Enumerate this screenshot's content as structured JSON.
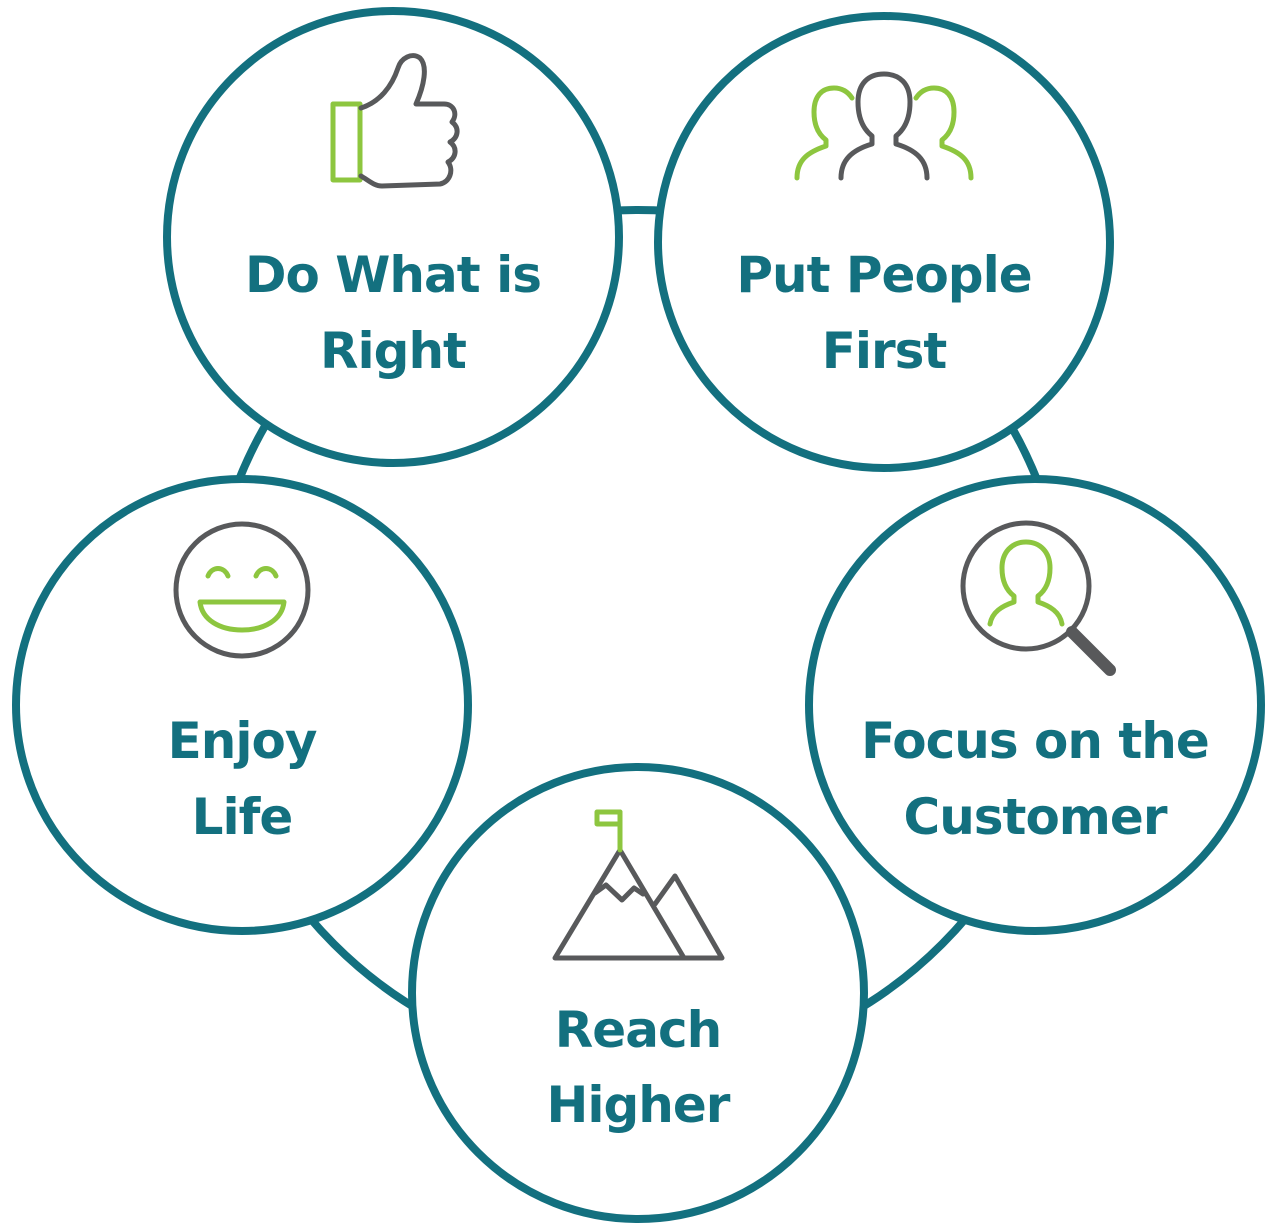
{
  "diagram": {
    "accent_color": "#13707f",
    "icon_green": "#8dc63f",
    "icon_grey": "#58595b",
    "nodes": [
      {
        "id": "do-what-is-right",
        "line1": "Do What is",
        "line2": "Right",
        "icon": "thumbs-up-icon"
      },
      {
        "id": "put-people-first",
        "line1": "Put People",
        "line2": "First",
        "icon": "people-group-icon"
      },
      {
        "id": "focus-on-the-customer",
        "line1": "Focus on the",
        "line2": "Customer",
        "icon": "magnifier-person-icon"
      },
      {
        "id": "reach-higher",
        "line1": "Reach",
        "line2": "Higher",
        "icon": "mountain-flag-icon"
      },
      {
        "id": "enjoy-life",
        "line1": "Enjoy",
        "line2": "Life",
        "icon": "smiley-face-icon"
      }
    ]
  }
}
